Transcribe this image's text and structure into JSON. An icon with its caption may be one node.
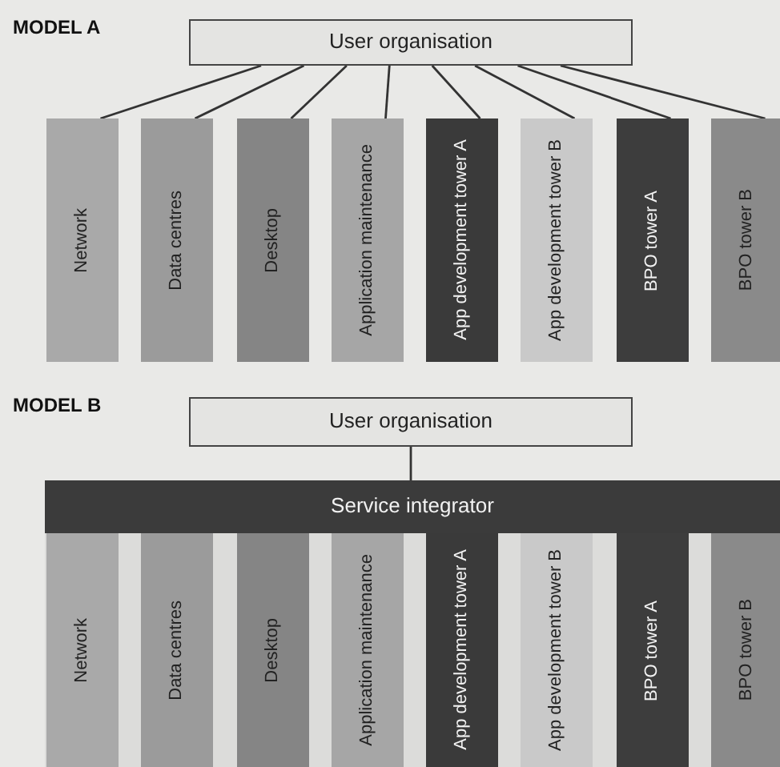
{
  "diagram": {
    "nodes": [
      {
        "text": [
          "User organisation"
        ]
      },
      {
        "text": [
          "Network"
        ]
      },
      {
        "text": [
          "Data centres"
        ]
      },
      {
        "text": [
          "Desktop"
        ]
      },
      {
        "text": [
          "Application maintenance"
        ]
      },
      {
        "text": [
          "App development tower A"
        ]
      },
      {
        "text": [
          "App development tower B"
        ]
      },
      {
        "text": [
          "BPO tower A"
        ]
      },
      {
        "text": [
          "BPO tower B"
        ]
      },
      {
        "text": [
          "User organisation"
        ]
      },
      {
        "text": [
          "Service integrator"
        ]
      },
      {
        "text": [
          "Network"
        ]
      },
      {
        "text": [
          "Data centres"
        ]
      },
      {
        "text": [
          "Desktop"
        ]
      },
      {
        "text": [
          "Application maintenance"
        ]
      },
      {
        "text": [
          "App development tower A"
        ]
      },
      {
        "text": [
          "App development tower B"
        ]
      },
      {
        "text": [
          "BPO tower A"
        ]
      },
      {
        "text": [
          "BPO tower B"
        ]
      }
    ],
    "edges": [
      {
        "from": 0,
        "to": 1,
        "arrow": "none"
      },
      {
        "from": 0,
        "to": 2,
        "arrow": "none"
      },
      {
        "from": 0,
        "to": 3,
        "arrow": "none"
      },
      {
        "from": 0,
        "to": 4,
        "arrow": "none"
      },
      {
        "from": 0,
        "to": 5,
        "arrow": "none"
      },
      {
        "from": 0,
        "to": 6,
        "arrow": "none"
      },
      {
        "from": 0,
        "to": 7,
        "arrow": "none"
      },
      {
        "from": 0,
        "to": 8,
        "arrow": "none"
      },
      {
        "from": 9,
        "to": 10,
        "arrow": "none"
      }
    ],
    "labels": [
      "MODEL A",
      "MODEL B"
    ]
  }
}
